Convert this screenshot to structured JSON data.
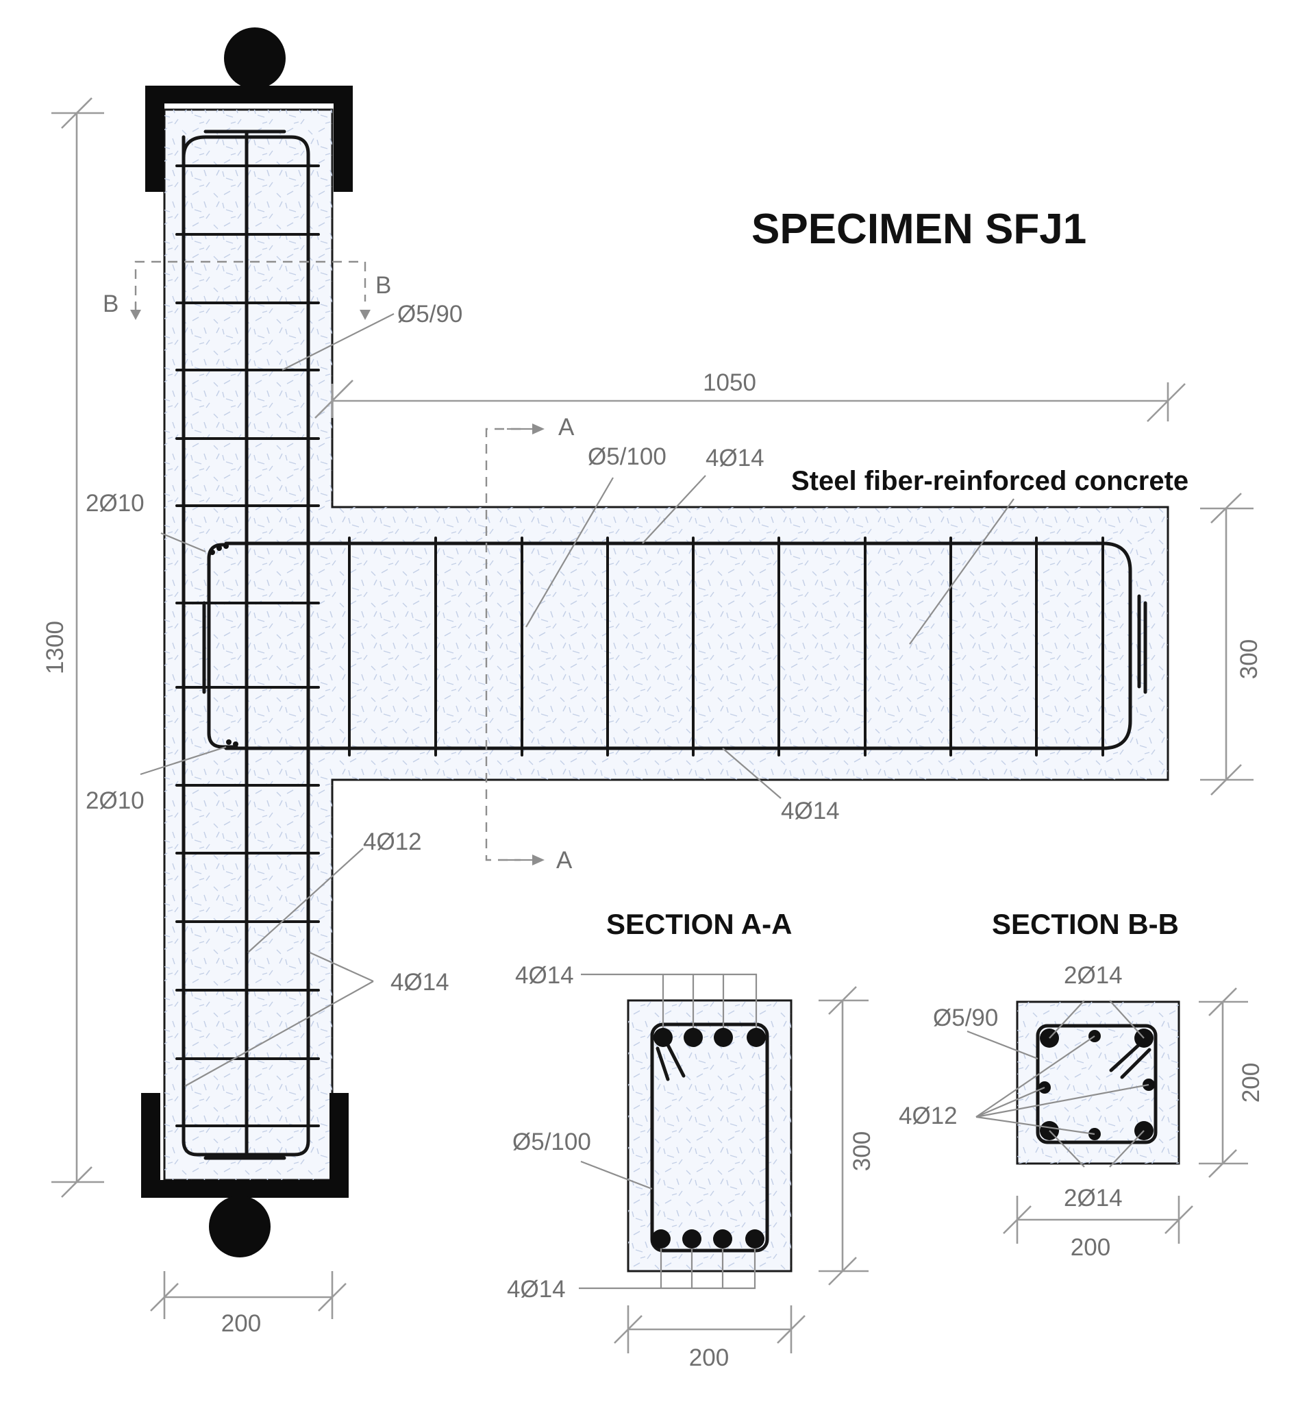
{
  "title": "SPECIMEN SFJ1",
  "material_label": "Steel fiber-reinforced concrete",
  "section_a": {
    "title": "SECTION A-A",
    "top_bars": "4Ø14",
    "bottom_bars": "4Ø14",
    "stirrups": "Ø5/100",
    "width": "200",
    "height": "300"
  },
  "section_b": {
    "title": "SECTION B-B",
    "top_bars": "2Ø14",
    "bottom_bars": "2Ø14",
    "side_bars": "4Ø12",
    "stirrups": "Ø5/90",
    "width": "200",
    "height": "200"
  },
  "column": {
    "height": "1300",
    "width": "200",
    "stirrups": "Ø5/90",
    "long_bars": "4Ø12",
    "corner_bars": "4Ø14",
    "joint_bars_top": "2Ø10",
    "joint_bars_bottom": "2Ø10",
    "cut_label": "B"
  },
  "beam": {
    "length": "1050",
    "depth": "300",
    "stirrups": "Ø5/100",
    "top_bars": "4Ø14",
    "bottom_bars": "4Ø14",
    "cut_label": "A"
  }
}
